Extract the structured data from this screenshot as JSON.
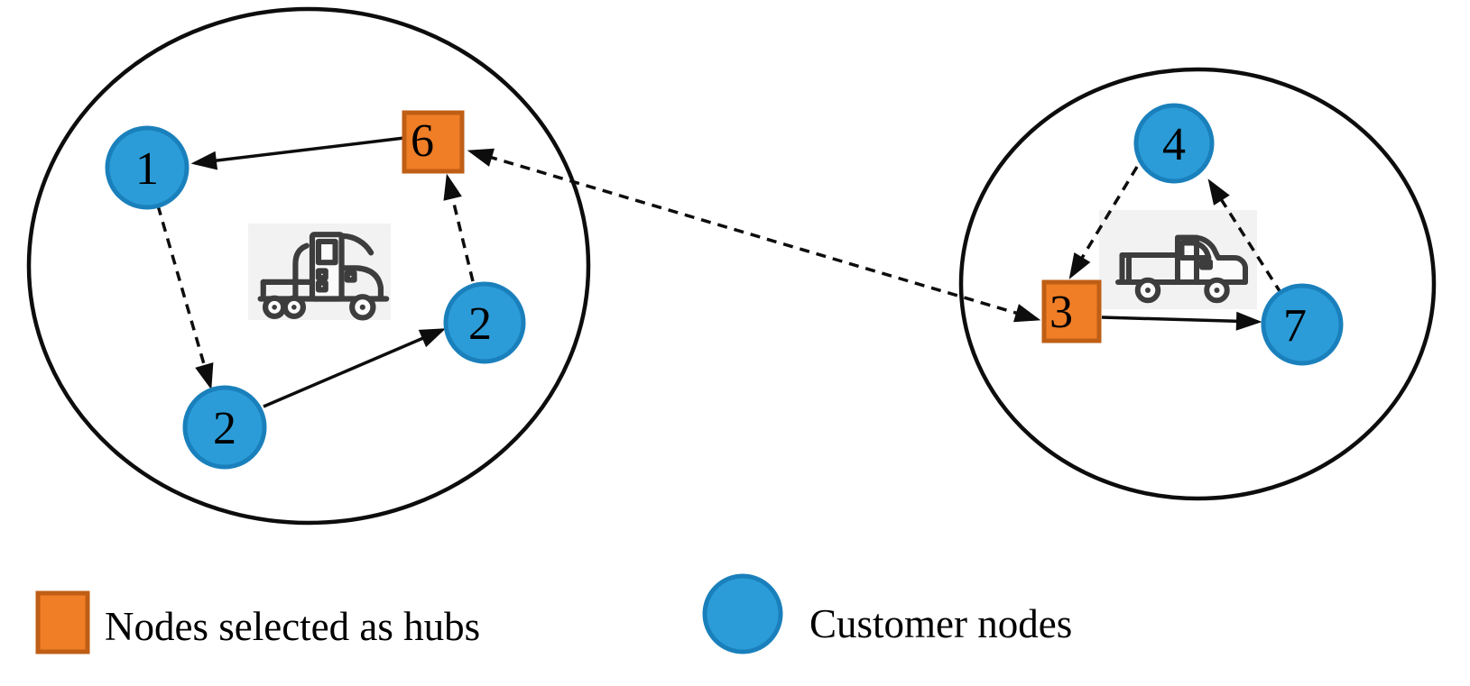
{
  "diagram": {
    "clusters": [
      {
        "vehicle_icon": "semi-truck-icon",
        "hub": {
          "label": "6"
        },
        "customers": [
          {
            "label": "1"
          },
          {
            "label": "2"
          },
          {
            "label": "2"
          }
        ]
      },
      {
        "vehicle_icon": "pickup-truck-icon",
        "hub": {
          "label": "3"
        },
        "customers": [
          {
            "label": "4"
          },
          {
            "label": "7"
          }
        ]
      }
    ],
    "edges": [
      {
        "from": "6",
        "to": "1",
        "style": "solid"
      },
      {
        "from": "1",
        "to": "2",
        "style": "dashed"
      },
      {
        "from": "2",
        "to": "2",
        "style": "solid"
      },
      {
        "from": "2",
        "to": "6",
        "style": "dashed"
      },
      {
        "from": "6",
        "to": "3",
        "style": "dashed",
        "bidirectional": true
      },
      {
        "from": "4",
        "to": "3",
        "style": "dashed"
      },
      {
        "from": "3",
        "to": "7",
        "style": "solid"
      },
      {
        "from": "7",
        "to": "4",
        "style": "dashed"
      }
    ]
  },
  "legend": {
    "hub_label": "Nodes selected as hubs",
    "customer_label": "Customer nodes"
  },
  "colors": {
    "hub_fill": "#F07E26",
    "hub_border": "#BF5E15",
    "customer_fill": "#2B9CD8",
    "customer_border": "#1A80BC",
    "edge": "#0D0D0D",
    "vehicle_bg": "#F2F2F2",
    "background": "#FFFFFF"
  }
}
